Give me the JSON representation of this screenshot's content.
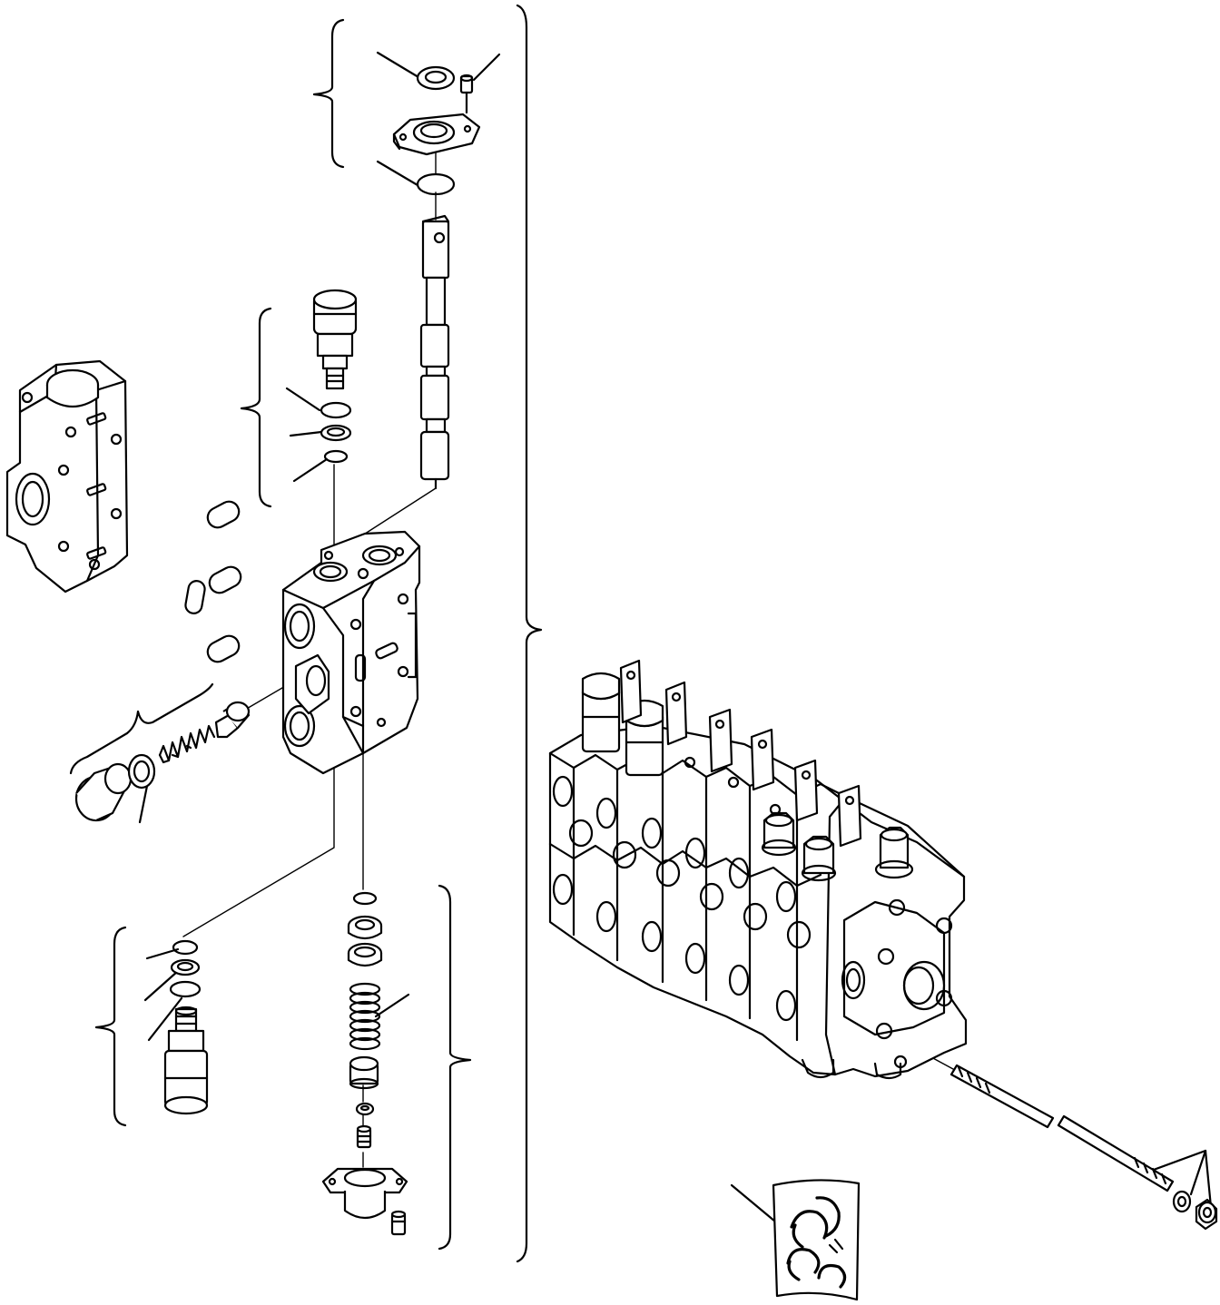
{
  "diagram": {
    "type": "exploded-parts-view",
    "colors": {
      "line": "#000000",
      "background": "#ffffff"
    },
    "components": [
      "end-cover",
      "valve-section-body",
      "spool",
      "spool-seal-kit-top",
      "relief-valve-kit-upper",
      "relief-valve-kit-lower",
      "check-valve-kit",
      "spring-return-kit",
      "valve-bank-assembly",
      "tie-rod-kit",
      "seal-kit-package"
    ]
  }
}
